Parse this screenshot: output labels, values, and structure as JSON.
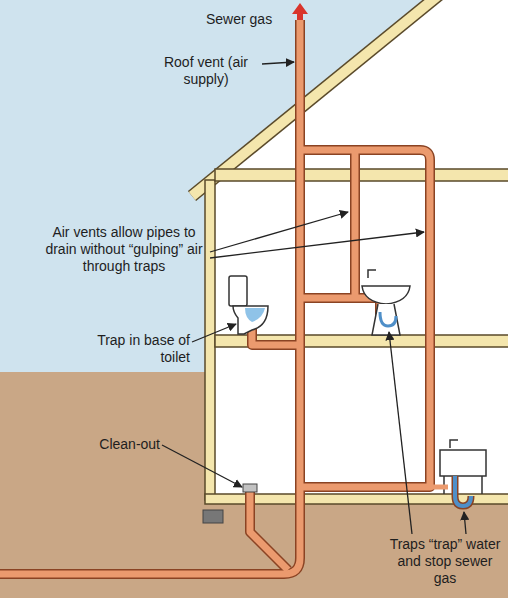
{
  "diagram": {
    "labels": [
      "Sewer gas",
      "Roof vent (air supply)",
      "Air vents allow pipes to drain without “gulping” air through traps",
      "Trap in base of toilet",
      "Clean-out",
      "Traps “trap” water and stop sewer gas"
    ]
  }
}
